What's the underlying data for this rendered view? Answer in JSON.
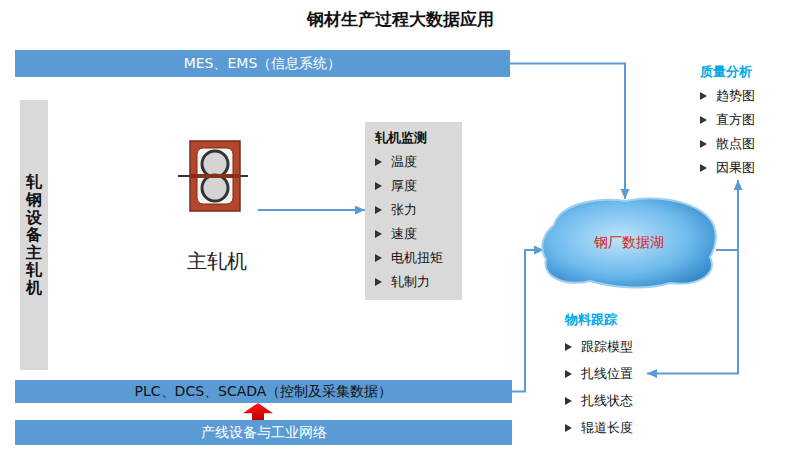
{
  "diagram": {
    "title": "钢材生产过程大数据应用",
    "nodes": [
      {
        "text": [
          "MES、EMS（信息系统）"
        ]
      },
      {
        "text": [
          "轧钢设备主轧机"
        ]
      },
      {
        "text": [
          "主轧机"
        ]
      },
      {
        "text": [
          "轧机监测",
          "温度",
          "厚度",
          "张力",
          "速度",
          "电机扭矩",
          "轧制力"
        ]
      },
      {
        "text": [
          "PLC、DCS、SCADA（控制及采集数据）"
        ]
      },
      {
        "text": [
          "产线设备与工业网络"
        ]
      },
      {
        "text": [
          "质量分析",
          "趋势图",
          "直方图",
          "散点图",
          "因果图"
        ]
      },
      {
        "text": [
          "钢厂数据湖"
        ]
      },
      {
        "text": [
          "物料跟踪",
          "跟踪模型",
          "扎线位置",
          "扎线状态",
          "辊道长度"
        ]
      }
    ],
    "edges": [
      {
        "from": 2,
        "to": 3,
        "arrow": "to"
      },
      {
        "from": 0,
        "to": 7,
        "arrow": "to"
      },
      {
        "from": 4,
        "to": 7,
        "arrow": "to"
      },
      {
        "from": 7,
        "to": 6,
        "arrow": "to"
      },
      {
        "from": 7,
        "to": 8,
        "arrow": "to"
      },
      {
        "from": 5,
        "to": 4,
        "arrow": "to"
      }
    ]
  }
}
